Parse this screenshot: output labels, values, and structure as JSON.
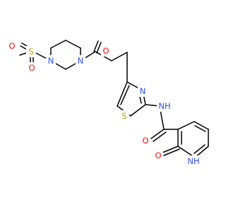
{
  "colors": {
    "bond": "#000000",
    "oxygen": "#ff0d0d",
    "nitrogen": "#3050f8",
    "sulfur": "#b3a300",
    "background": "#ffffff"
  },
  "labels": {
    "o_sulfonyl_left": "O",
    "s_sulfonyl": "S",
    "o_sulfonyl_bottom": "O",
    "n_piperazine_sulfonyl": "N",
    "n_piperazine_amide": "N",
    "o_ketone": "O",
    "n_thiazole": "N",
    "s_thiazole": "S",
    "nh_amide": "NH",
    "o_amide": "O",
    "o_pyridone": "O",
    "nh_pyridone": "NH"
  }
}
